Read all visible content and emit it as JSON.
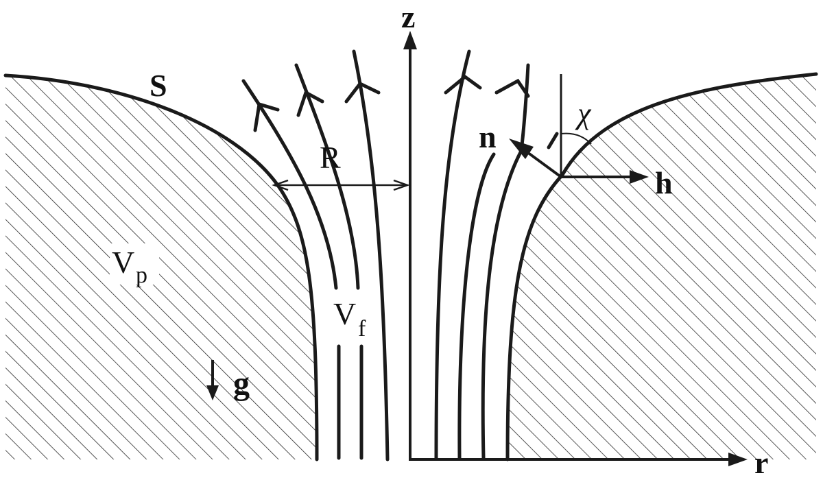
{
  "labels": {
    "z_axis": "z",
    "r_axis": "r",
    "surface": "S",
    "radius": "R",
    "normal": "n",
    "field": "h",
    "angle": "χ",
    "gravity": "g",
    "volume_p_main": "V",
    "volume_p_sub": "p",
    "volume_f_main": "V",
    "volume_f_sub": "f"
  }
}
